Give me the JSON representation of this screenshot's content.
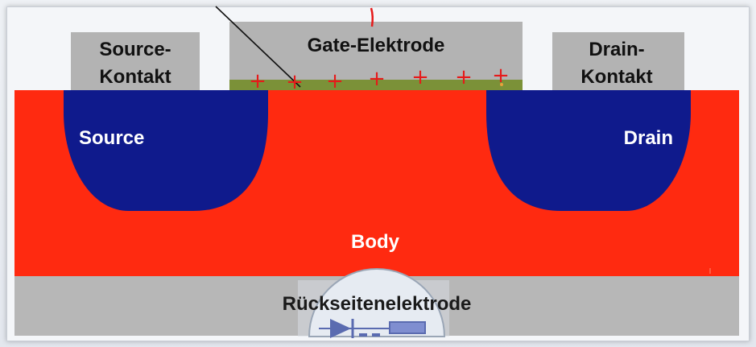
{
  "labels": {
    "source_contact_line1": "Source-",
    "source_contact_line2": "Kontakt",
    "gate": "Gate-Elektrode",
    "drain_contact_line1": "Drain-",
    "drain_contact_line2": "Kontakt",
    "source": "Source",
    "drain": "Drain",
    "body": "Body",
    "back_electrode": "Rückseitenelektrode"
  },
  "colors": {
    "body": "#ff2a10",
    "wells": "#0f1a8c",
    "contacts": "#b3b3b3",
    "oxide": "#7b9138",
    "back_electrode": "#b7b7b7",
    "annotation": "#e61a1a"
  },
  "annotations": {
    "gate_charge_symbol": "+",
    "gate_charge_count": 7
  }
}
